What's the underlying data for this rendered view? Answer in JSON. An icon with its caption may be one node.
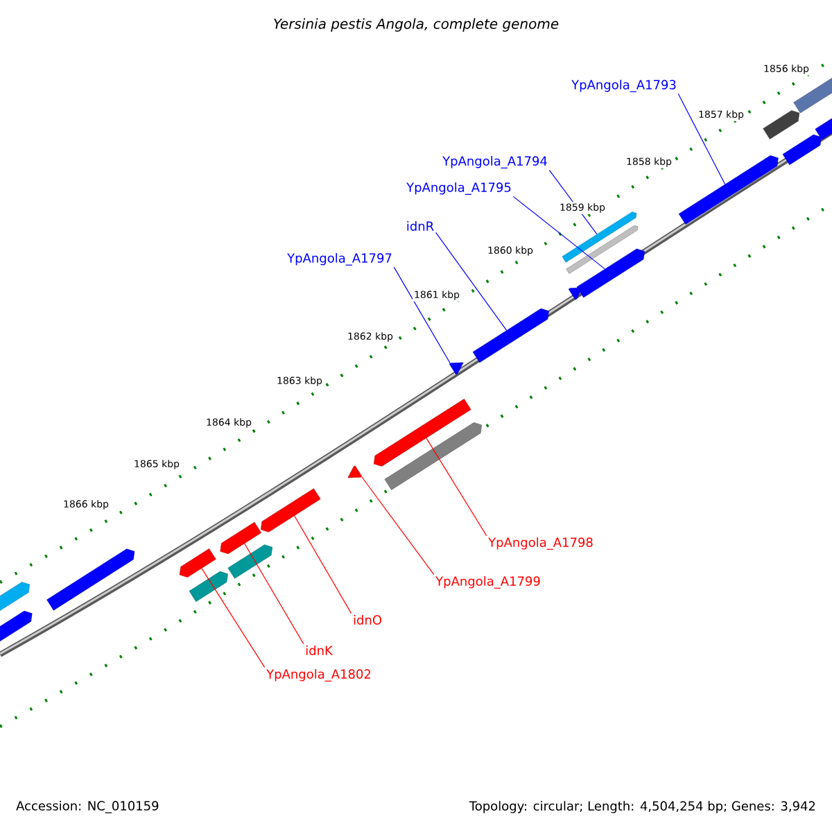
{
  "diagram": {
    "title": "Yersinia pestis Angola, complete genome",
    "nodes": [
      {
        "text": [
          "YpAngola_A1793"
        ]
      },
      {
        "text": [
          "YpAngola_A1794"
        ]
      },
      {
        "text": [
          "YpAngola_A1795"
        ]
      },
      {
        "text": [
          "idnR"
        ]
      },
      {
        "text": [
          "YpAngola_A1797"
        ]
      },
      {
        "text": [
          "YpAngola_A1798"
        ]
      },
      {
        "text": [
          "YpAngola_A1799"
        ]
      },
      {
        "text": [
          "idnO"
        ]
      },
      {
        "text": [
          "idnK"
        ]
      },
      {
        "text": [
          "YpAngola_A1802"
        ]
      },
      {
        "text": [],
        "shape": "bar"
      },
      {
        "text": [],
        "shape": "bar"
      },
      {
        "text": [],
        "shape": "bar"
      },
      {
        "text": [],
        "shape": "bar"
      },
      {
        "text": [],
        "shape": "bar"
      },
      {
        "text": [],
        "shape": "bar"
      },
      {
        "text": [],
        "shape": "bar"
      },
      {
        "text": [],
        "shape": "bar"
      },
      {
        "text": [],
        "shape": "bar"
      },
      {
        "text": [],
        "shape": "bar"
      },
      {
        "text": [],
        "shape": "bar"
      },
      {
        "text": [],
        "shape": "bar"
      },
      {
        "text": [],
        "shape": "bar"
      },
      {
        "text": [],
        "shape": "bar"
      },
      {
        "text": [],
        "shape": "bar"
      },
      {
        "text": [],
        "shape": "bar"
      },
      {
        "text": [],
        "shape": "bar"
      },
      {
        "text": [],
        "shape": "bar"
      },
      {
        "text": [],
        "shape": "bar"
      },
      {
        "text": [],
        "shape": "bar"
      },
      {
        "text": [],
        "shape": "bar"
      },
      {
        "text": [],
        "shape": "bar"
      }
    ],
    "edges": [
      {
        "from": 0,
        "to": 10,
        "arrow": "none",
        "color": "#0000ff"
      },
      {
        "from": 1,
        "to": 11,
        "arrow": "none",
        "color": "#0000ff"
      },
      {
        "from": 2,
        "to": 12,
        "arrow": "none",
        "color": "#0000ff"
      },
      {
        "from": 3,
        "to": 13,
        "arrow": "none",
        "color": "#0000ff"
      },
      {
        "from": 4,
        "to": 14,
        "arrow": "none",
        "color": "#0000ff"
      },
      {
        "from": 5,
        "to": 15,
        "arrow": "none",
        "color": "#ff0000"
      },
      {
        "from": 6,
        "to": 16,
        "arrow": "none",
        "color": "#ff0000"
      },
      {
        "from": 7,
        "to": 17,
        "arrow": "none",
        "color": "#ff0000"
      },
      {
        "from": 8,
        "to": 18,
        "arrow": "none",
        "color": "#ff0000"
      },
      {
        "from": 9,
        "to": 19,
        "arrow": "none",
        "color": "#ff0000"
      }
    ],
    "labels": [
      "1856 kbp",
      "1857 kbp",
      "1858 kbp",
      "1859 kbp",
      "1860 kbp",
      "1861 kbp",
      "1862 kbp",
      "1863 kbp",
      "1864 kbp",
      "1865 kbp",
      "1866 kbp",
      "Accession: NC_010159",
      "Topology: circular; Length: 4,504,254 bp; Genes: 3,942"
    ]
  }
}
